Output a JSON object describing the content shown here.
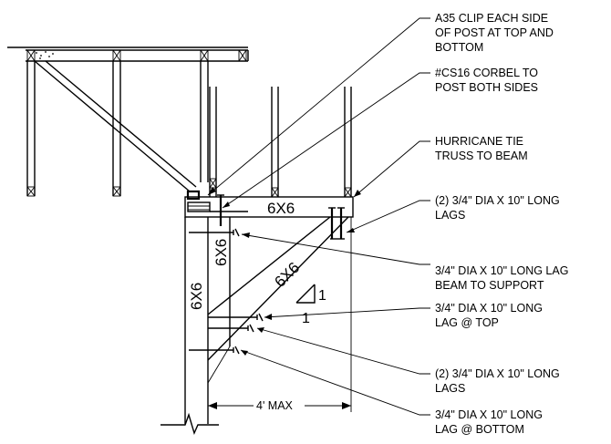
{
  "notes": [
    {
      "lines": [
        "A35 CLIP EACH SIDE",
        "OF POST AT TOP AND",
        "BOTTOM"
      ]
    },
    {
      "lines": [
        "#CS16 CORBEL TO",
        "POST BOTH SIDES"
      ]
    },
    {
      "lines": [
        "HURRICANE TIE",
        "TRUSS TO BEAM"
      ]
    },
    {
      "lines": [
        "(2) 3/4\" DIA X 10\" LONG",
        "LAGS"
      ]
    },
    {
      "lines": [
        "3/4\" DIA X 10\" LONG LAG",
        "BEAM TO SUPPORT"
      ]
    },
    {
      "lines": [
        "3/4\" DIA X 10\" LONG",
        "LAG @ TOP"
      ]
    },
    {
      "lines": [
        "(2) 3/4\" DIA X 10\" LONG",
        "LAGS"
      ]
    },
    {
      "lines": [
        "3/4\" DIA X 10\" LONG",
        "LAG @ BOTTOM"
      ]
    }
  ],
  "members": {
    "beam": "6X6",
    "post": "6X6",
    "support": "6X6",
    "brace": "6X6"
  },
  "dimension": {
    "label": "4' MAX"
  },
  "slope": {
    "rise": "1",
    "run": "1"
  }
}
